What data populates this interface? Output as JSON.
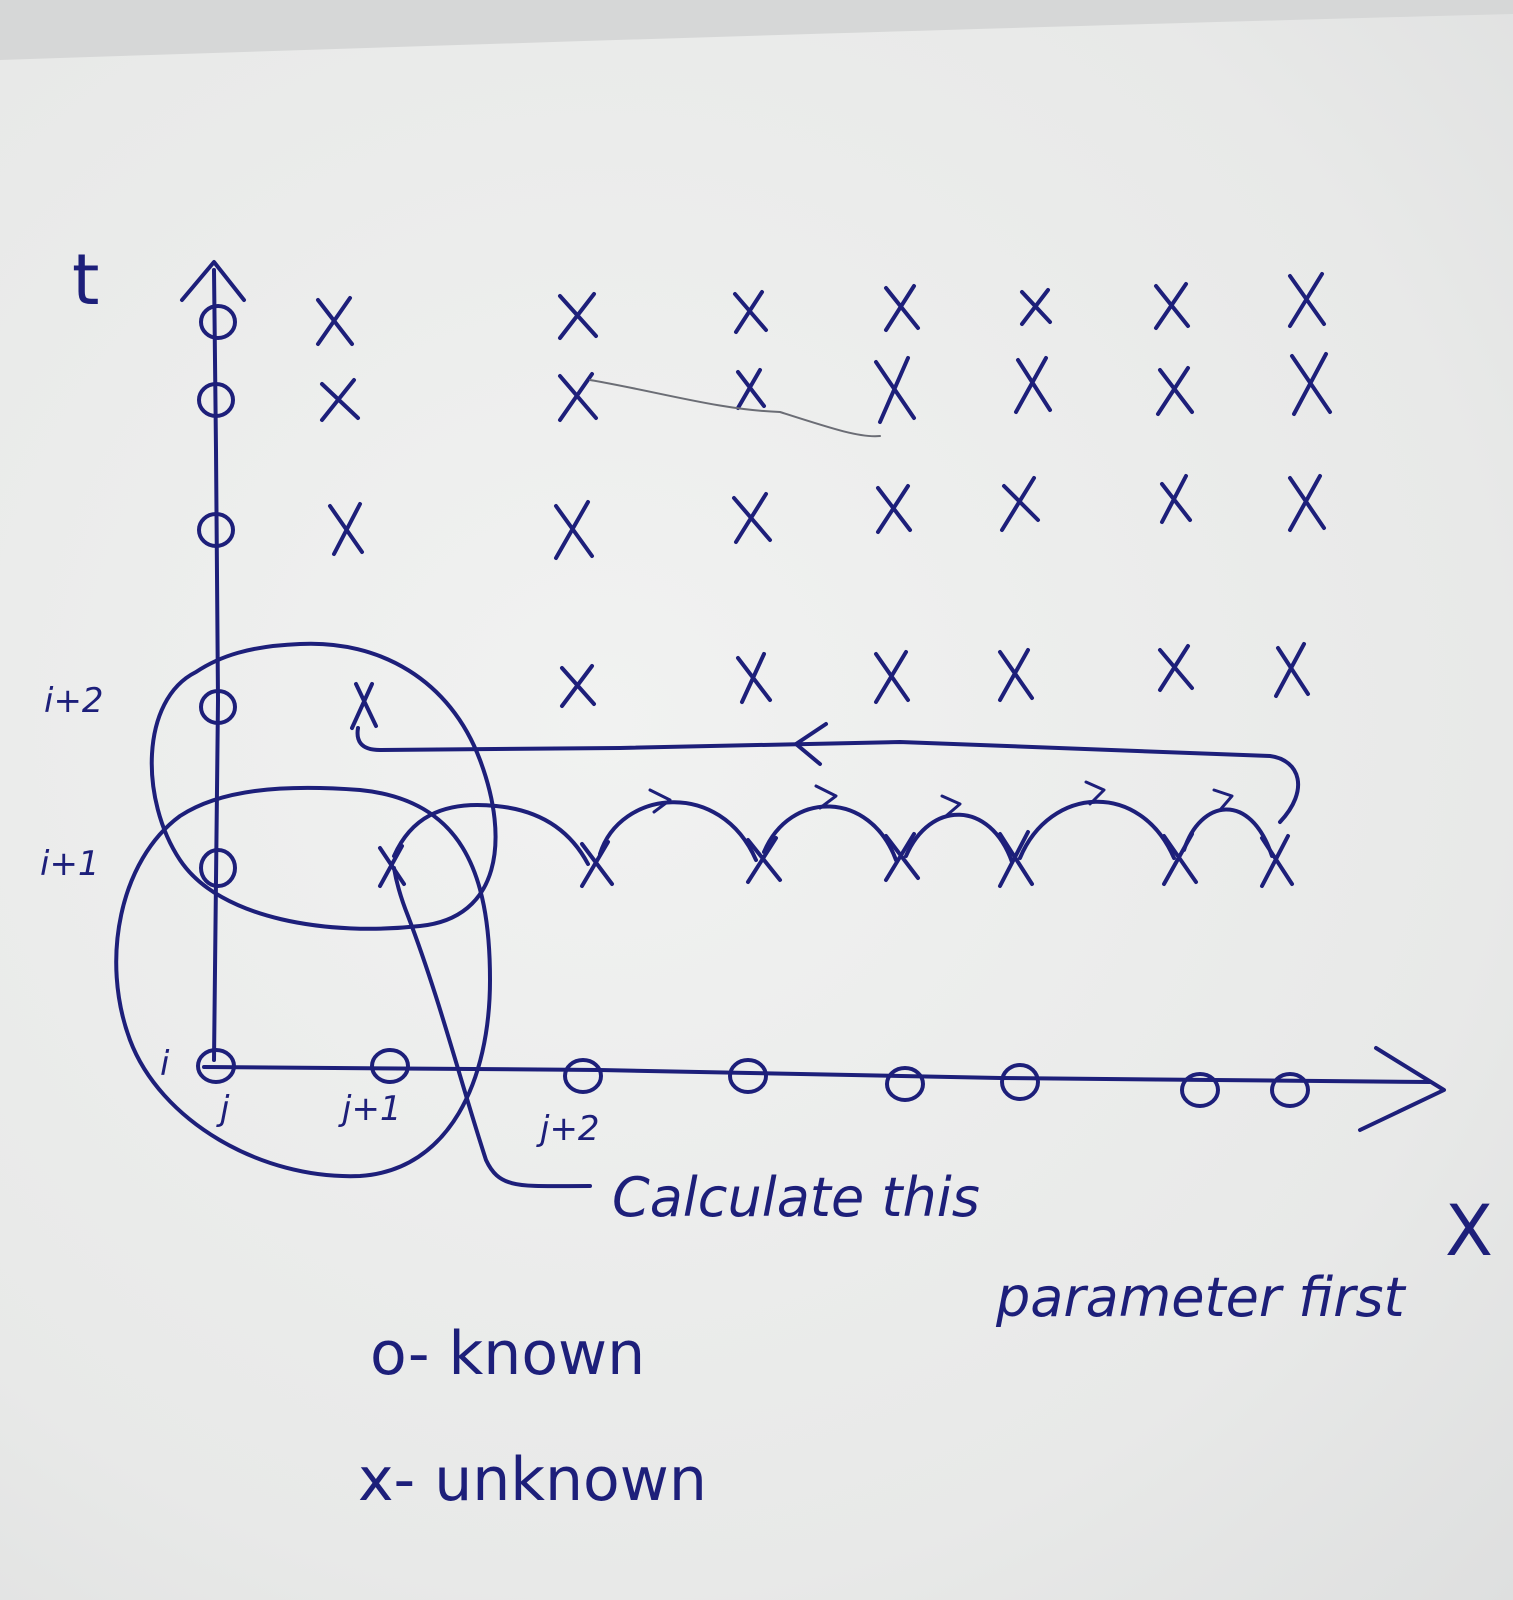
{
  "axes": {
    "t_label": "t",
    "x_label": "X"
  },
  "row_labels": {
    "i": "i",
    "i_plus_1": "i+1",
    "i_plus_2": "i+2"
  },
  "column_labels": {
    "j": "j",
    "j_plus_1": "j+1",
    "j_plus_2": "j+2"
  },
  "annotation": {
    "line1": "Calculate this",
    "line2": "parameter first"
  },
  "legend": {
    "known": "o- known",
    "unknown": "x- unknown"
  },
  "colors": {
    "ink": "#1d1f7a",
    "paper": "#e9eaea"
  }
}
